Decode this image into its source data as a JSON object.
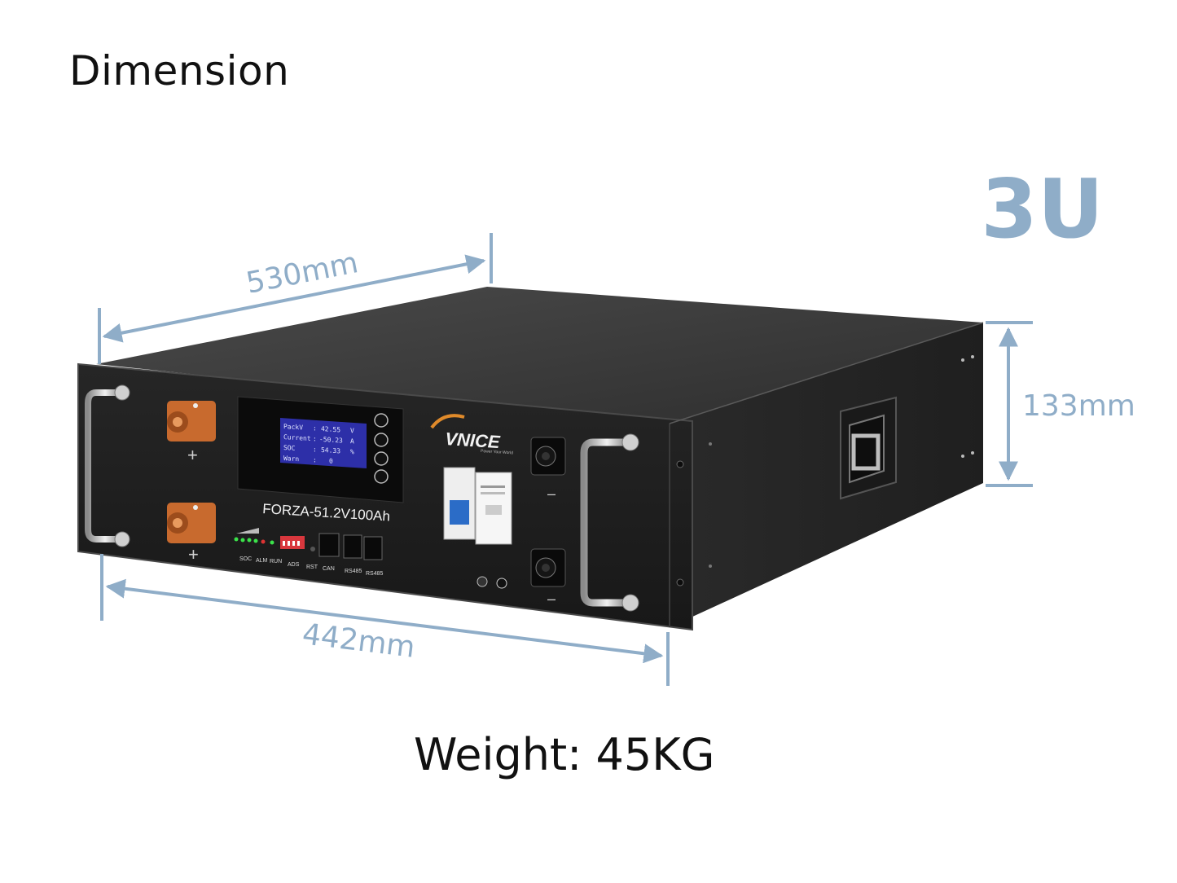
{
  "title": "Dimension",
  "rack_units": "3U",
  "weight": "Weight: 45KG",
  "dimensions": {
    "depth": "530mm",
    "width": "442mm",
    "height": "133mm"
  },
  "device": {
    "brand": "VNICE",
    "brand_tagline": "Power Your World",
    "model": "FORZA-51.2V100Ah",
    "terminal_positive": "+",
    "terminal_negative": "–",
    "port_labels": [
      "SOC",
      "ALM",
      "RUN",
      "ADS",
      "RST",
      "CAN",
      "RS485",
      "RS485"
    ],
    "lcd_lines": [
      [
        "PackV",
        ":",
        "42.55",
        "V"
      ],
      [
        "Current",
        ":",
        "-50.23",
        "A"
      ],
      [
        "SOC",
        ":",
        "54.33",
        "%"
      ],
      [
        "Warn",
        ":",
        "0",
        ""
      ]
    ]
  },
  "colors": {
    "dimension": "#8fadc8",
    "body": "#2f2f2f",
    "panel": "#1d1d1d",
    "terminal": "#c86a2e",
    "lcd": "#2d2fa8"
  }
}
